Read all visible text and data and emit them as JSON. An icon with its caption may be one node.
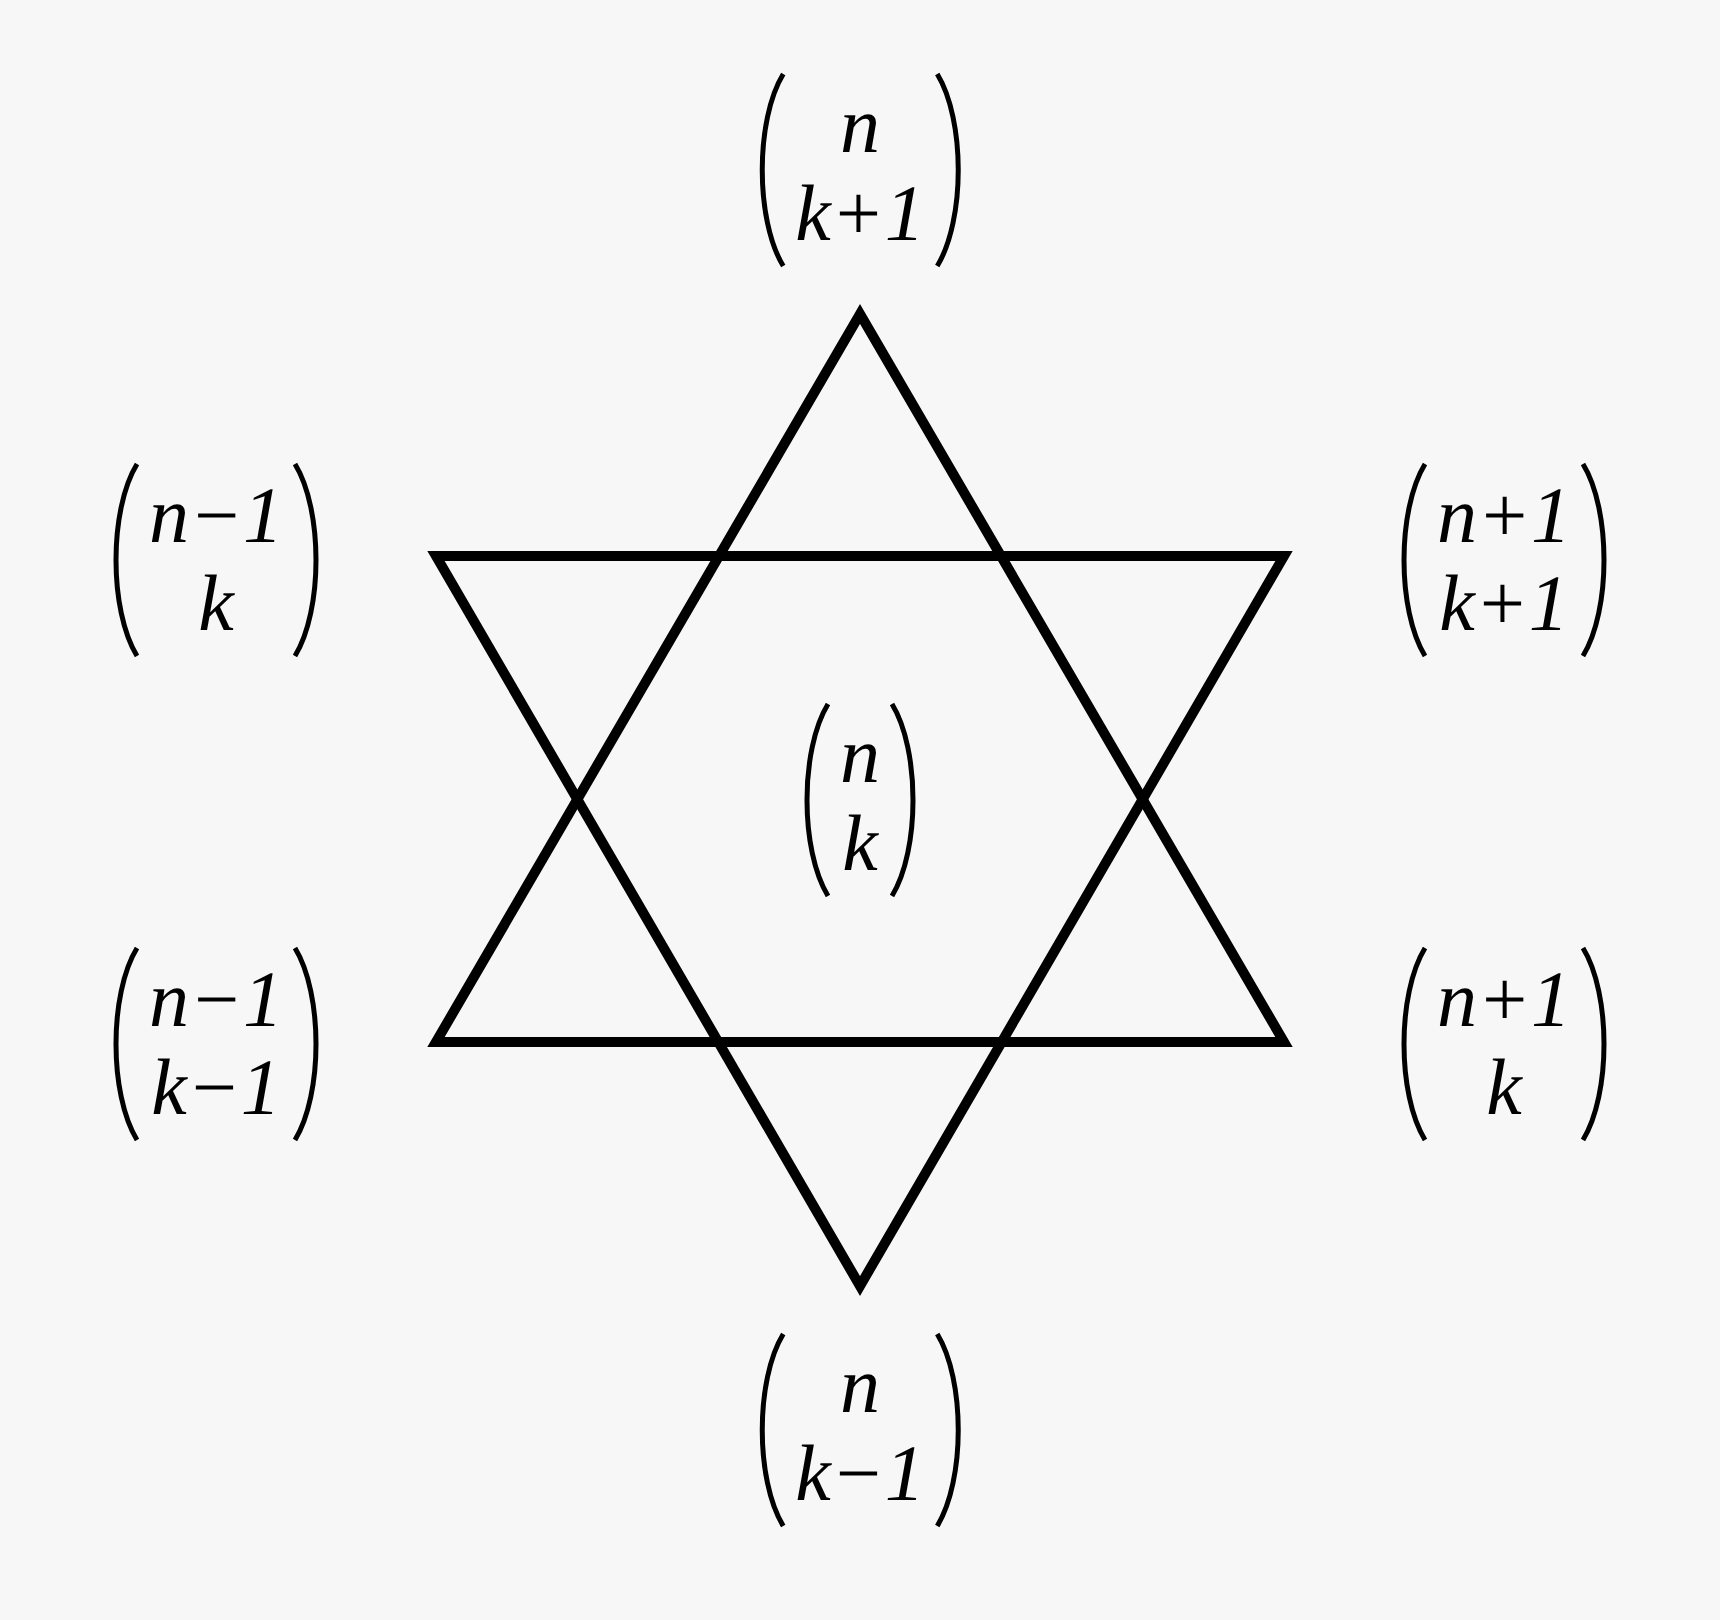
{
  "diagram": {
    "labels": [
      "n k+1",
      "n−1 k",
      "n+1 k+1",
      "n k",
      "n−1 k−1",
      "n+1 k",
      "n k−1"
    ]
  }
}
